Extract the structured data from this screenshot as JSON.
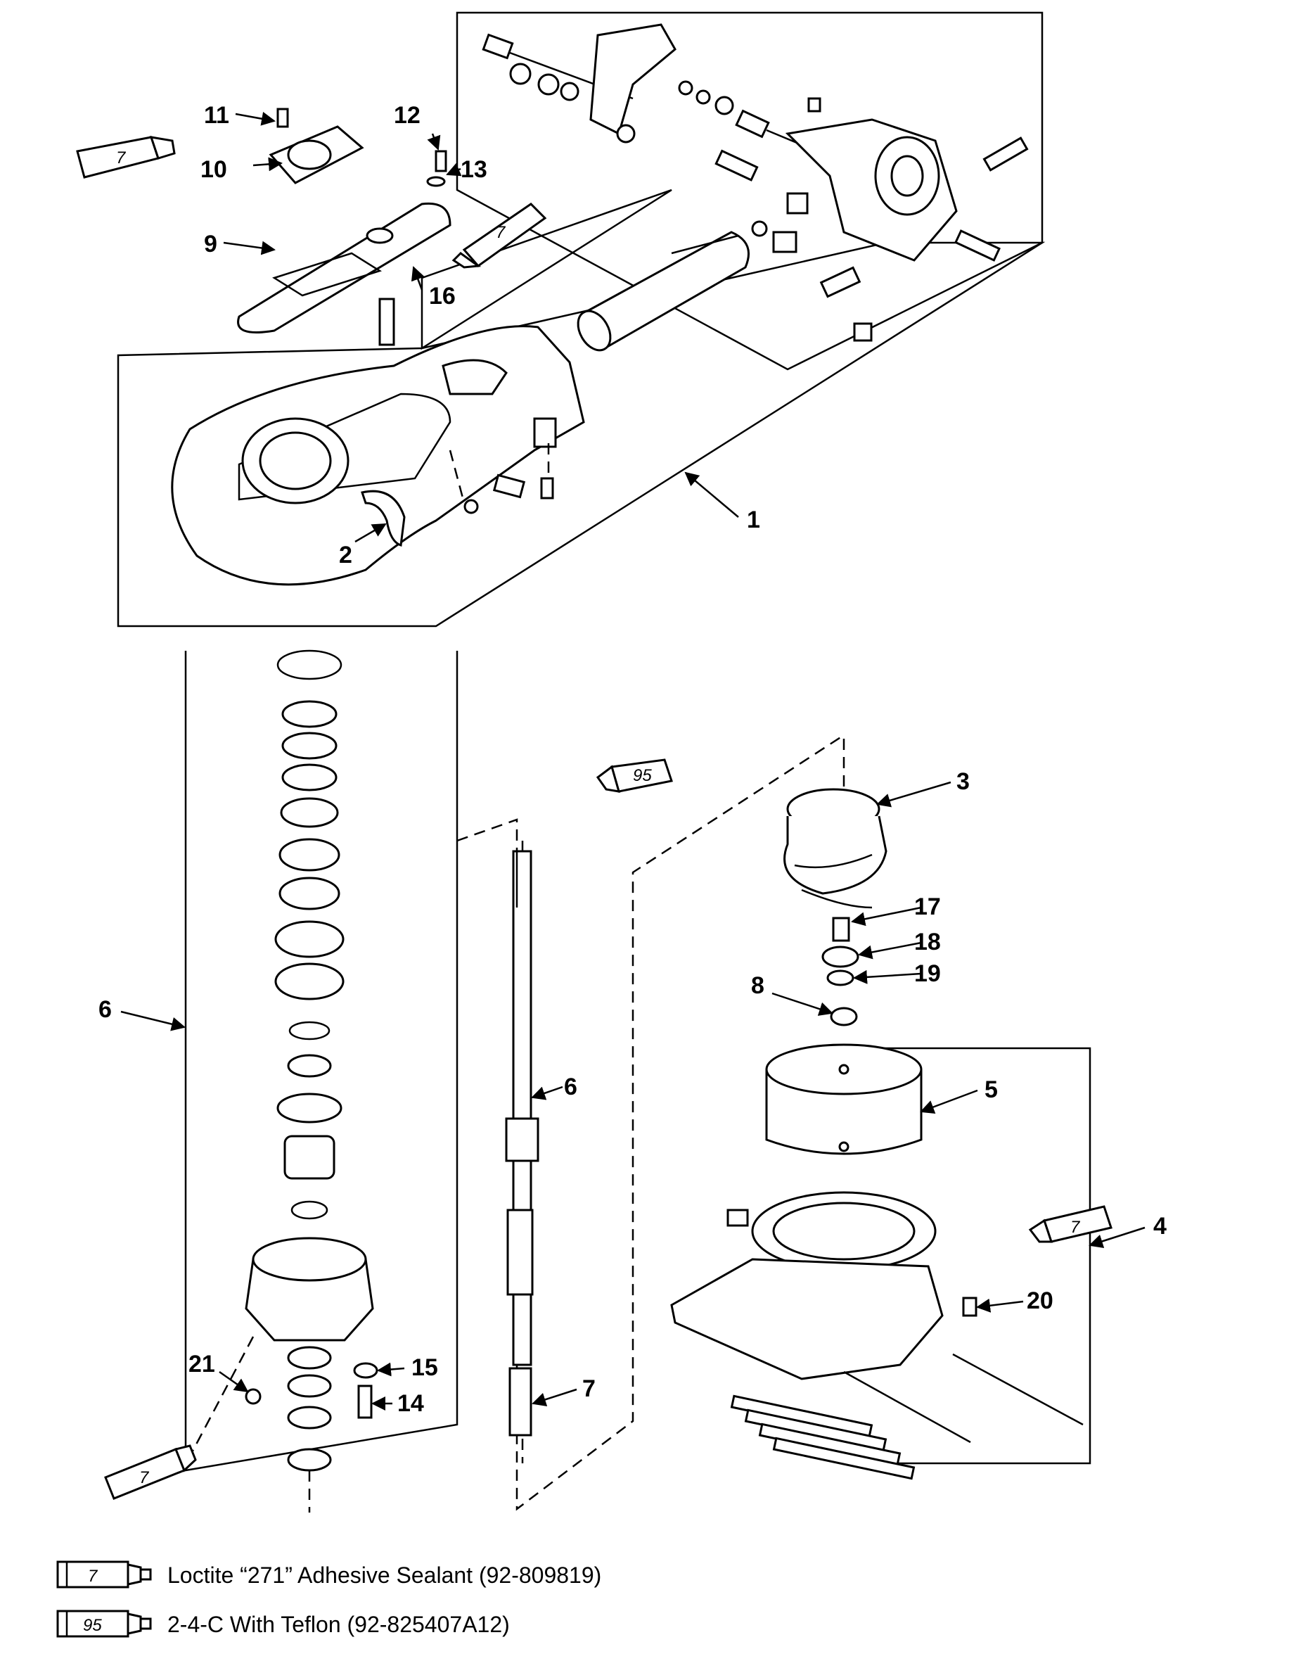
{
  "callouts": [
    "11",
    "12",
    "13",
    "10",
    "9",
    "16",
    "1",
    "2",
    "3",
    "17",
    "18",
    "19",
    "8",
    "5",
    "6",
    "6",
    "4",
    "20",
    "21",
    "15",
    "14",
    "7"
  ],
  "tubes": [
    "7",
    "7",
    "95",
    "7",
    "7"
  ],
  "legend": [
    {
      "tube_number": "7",
      "text": "Loctite “271” Adhesive Sealant (92-809819)"
    },
    {
      "tube_number": "95",
      "text": "2-4-C  With Teflon (92-825407A12)"
    }
  ]
}
